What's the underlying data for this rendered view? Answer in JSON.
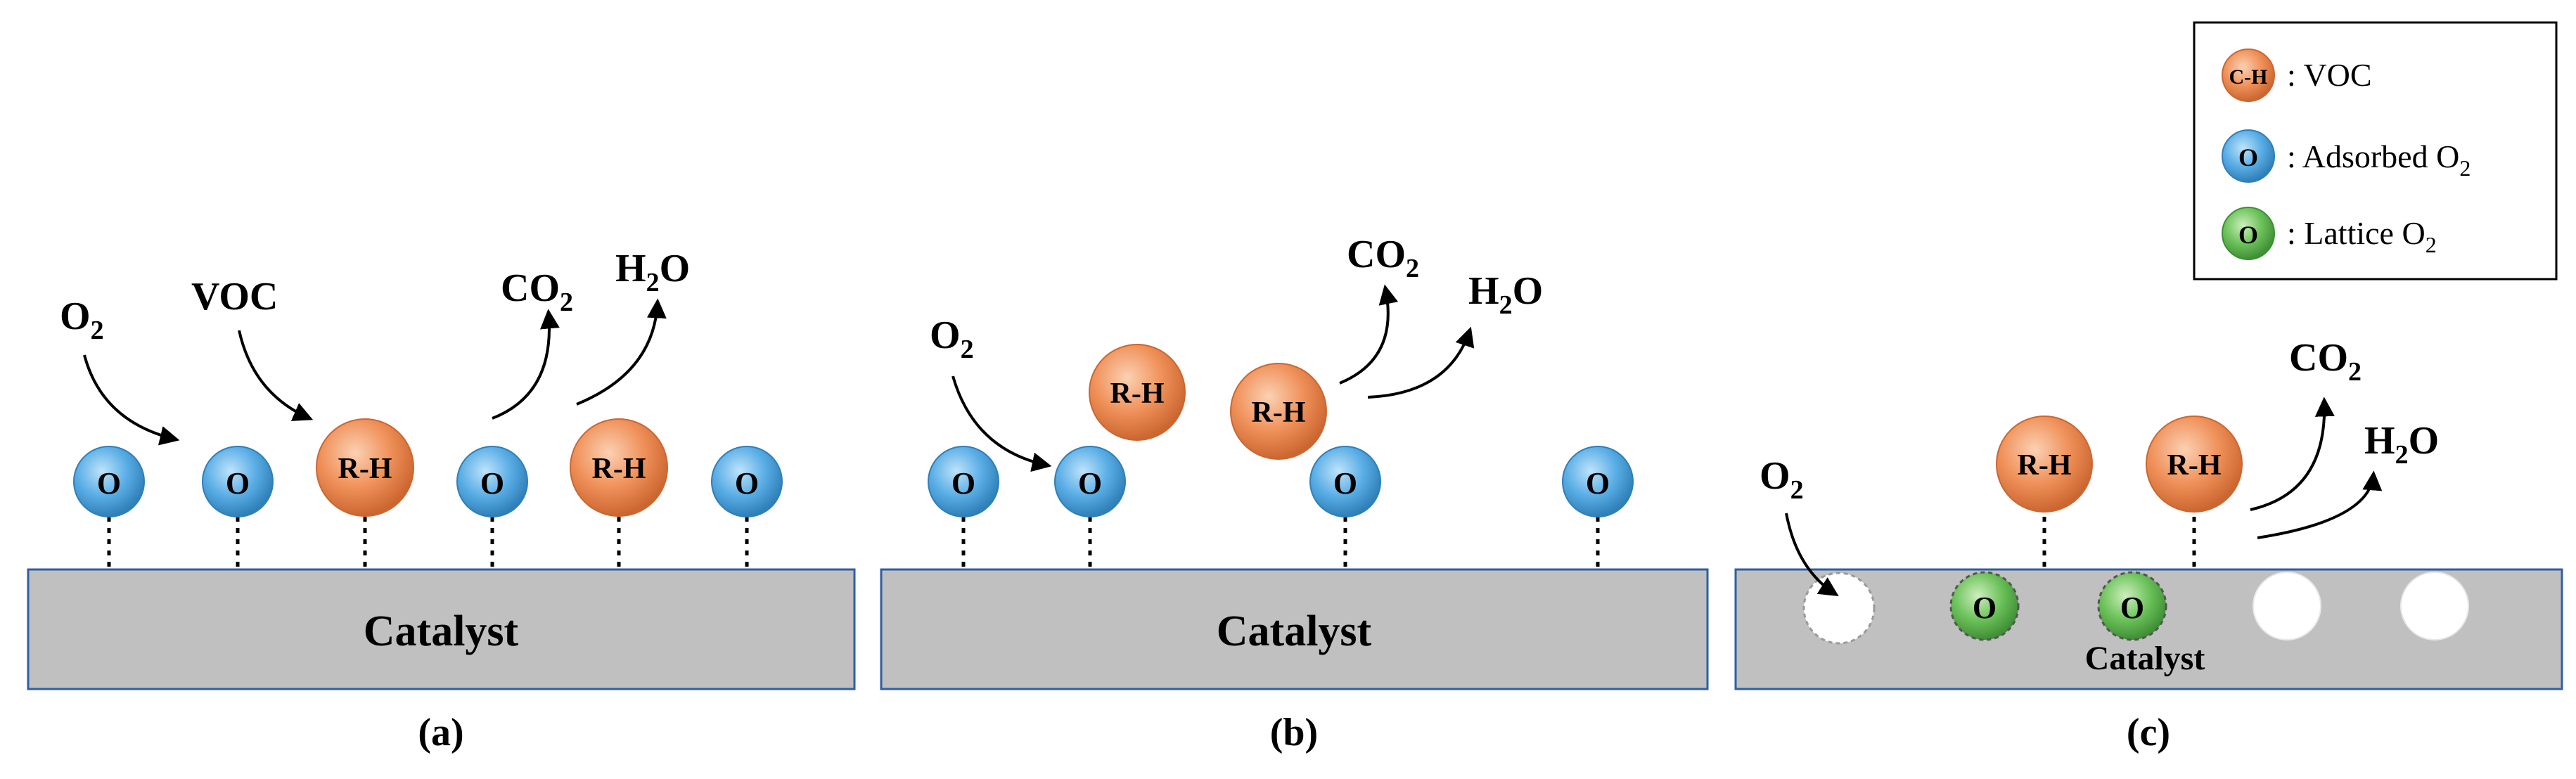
{
  "labels": {
    "catalyst": "Catalyst",
    "oxygen_atom": "O",
    "adsorbate": "R-H",
    "o2": "O",
    "o2_sub": "2",
    "voc": "VOC",
    "co2": "CO",
    "co2_sub": "2",
    "h2o_h": "H",
    "h2o_sub": "2",
    "h2o_o": "O"
  },
  "panels": {
    "a": {
      "caption": "(a)"
    },
    "b": {
      "caption": "(b)"
    },
    "c": {
      "caption": "(c)"
    }
  },
  "legend": {
    "voc": {
      "symbol": "C-H",
      "text": ": VOC"
    },
    "adsorbed": {
      "symbol": "O",
      "text": ": Adsorbed O",
      "sub": "2"
    },
    "lattice": {
      "symbol": "O",
      "text": ": Lattice O",
      "sub": "2"
    }
  },
  "colors": {
    "catalyst_fill": "#c0c0c0",
    "catalyst_border": "#2e5fa3",
    "adsorbed_o": "#5aaee6",
    "voc": "#f0915a",
    "lattice_o": "#6cc25a",
    "vacancy": "#ffffff"
  }
}
